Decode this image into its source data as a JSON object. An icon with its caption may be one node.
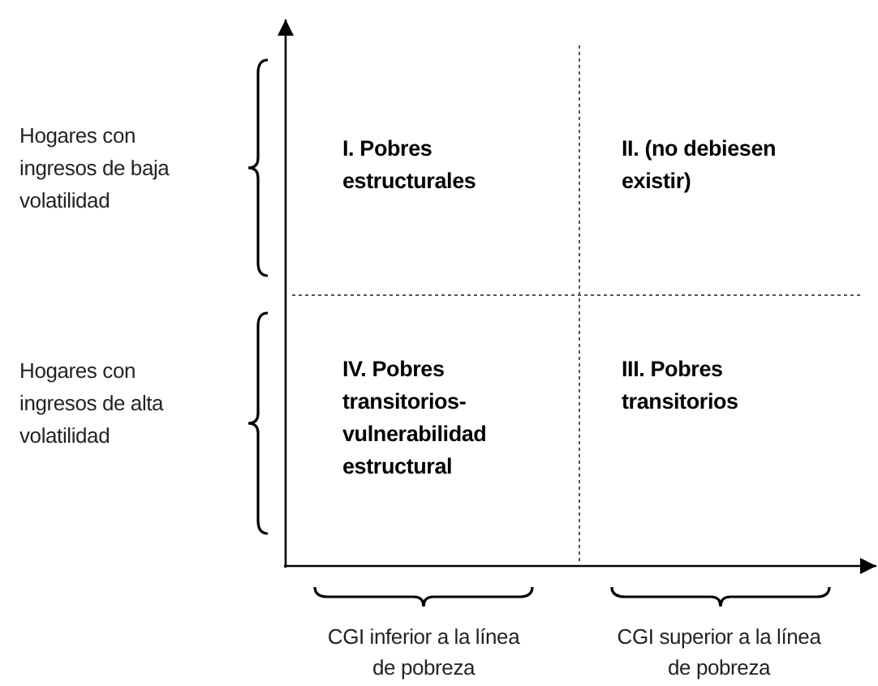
{
  "diagram": {
    "labels": [
      "Hogares con ingresos de baja volatilidad",
      "I. Pobres estructurales",
      "II. (no debiesen existir)",
      "Hogares con ingresos de alta volatilidad",
      "IV. Pobres transitorios- vulnerabilidad estructural",
      "III. Pobres transitorios",
      "CGI inferior a la línea de pobreza",
      "CGI superior a la línea de pobreza"
    ]
  }
}
